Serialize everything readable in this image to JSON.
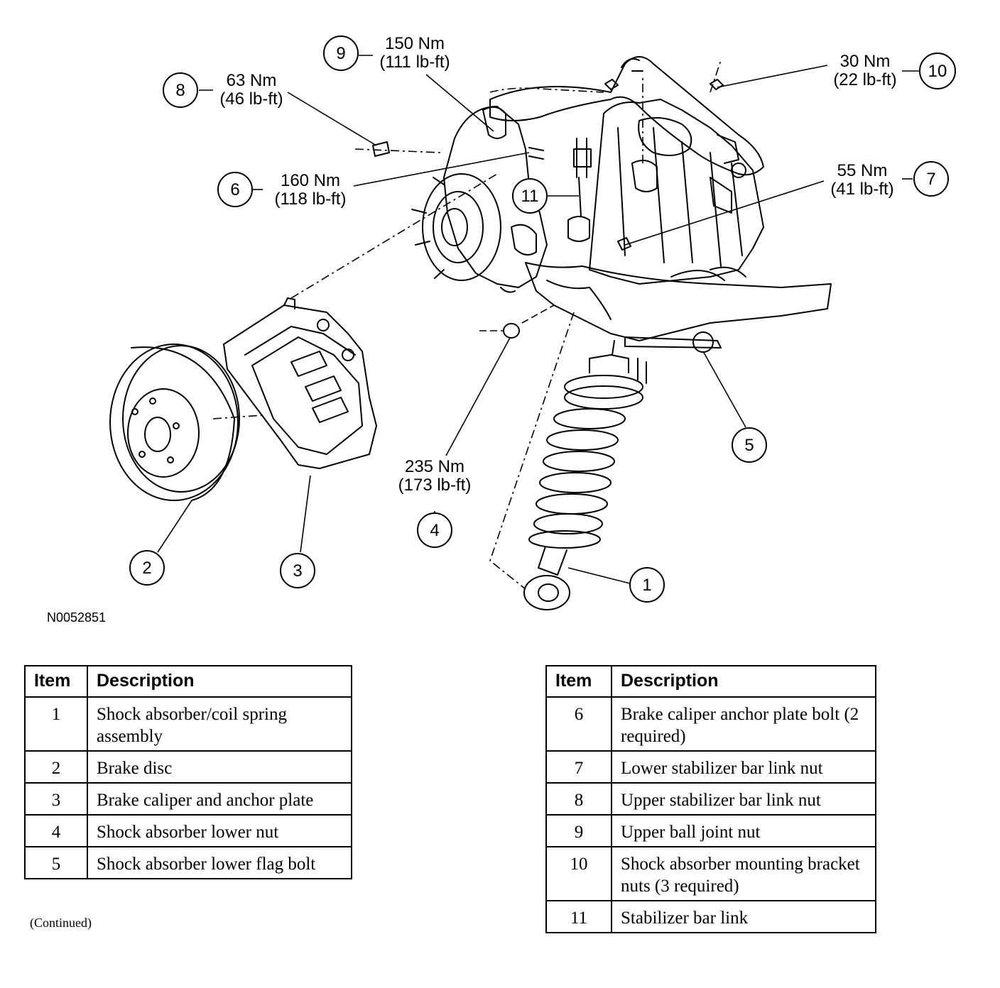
{
  "callouts": [
    {
      "num": "9",
      "torque_nm": "150 Nm",
      "torque_lbft": "(111 lb-ft)"
    },
    {
      "num": "8",
      "torque_nm": "63 Nm",
      "torque_lbft": "(46 lb-ft)"
    },
    {
      "num": "10",
      "torque_nm": "30 Nm",
      "torque_lbft": "(22 lb-ft)"
    },
    {
      "num": "6",
      "torque_nm": "160 Nm",
      "torque_lbft": "(118 lb-ft)"
    },
    {
      "num": "7",
      "torque_nm": "55 Nm",
      "torque_lbft": "(41 lb-ft)"
    },
    {
      "num": "4",
      "torque_nm": "235 Nm",
      "torque_lbft": "(173 lb-ft)"
    },
    {
      "num": "11"
    },
    {
      "num": "5"
    },
    {
      "num": "2"
    },
    {
      "num": "3"
    },
    {
      "num": "1"
    }
  ],
  "figure_id": "N0052851",
  "table_left": {
    "header_item": "Item",
    "header_description": "Description",
    "rows": [
      {
        "item": "1",
        "description": "Shock absorber/coil spring assembly"
      },
      {
        "item": "2",
        "description": "Brake disc"
      },
      {
        "item": "3",
        "description": "Brake caliper and anchor plate"
      },
      {
        "item": "4",
        "description": "Shock absorber lower nut"
      },
      {
        "item": "5",
        "description": "Shock absorber lower flag bolt"
      }
    ]
  },
  "table_right": {
    "header_item": "Item",
    "header_description": "Description",
    "rows": [
      {
        "item": "6",
        "description": "Brake caliper anchor plate bolt (2 required)"
      },
      {
        "item": "7",
        "description": "Lower stabilizer bar link nut"
      },
      {
        "item": "8",
        "description": "Upper stabilizer bar link nut"
      },
      {
        "item": "9",
        "description": "Upper ball joint nut"
      },
      {
        "item": "10",
        "description": "Shock absorber mounting bracket nuts (3 required)"
      },
      {
        "item": "11",
        "description": "Stabilizer bar link"
      }
    ]
  },
  "continued_note": "(Continued)"
}
